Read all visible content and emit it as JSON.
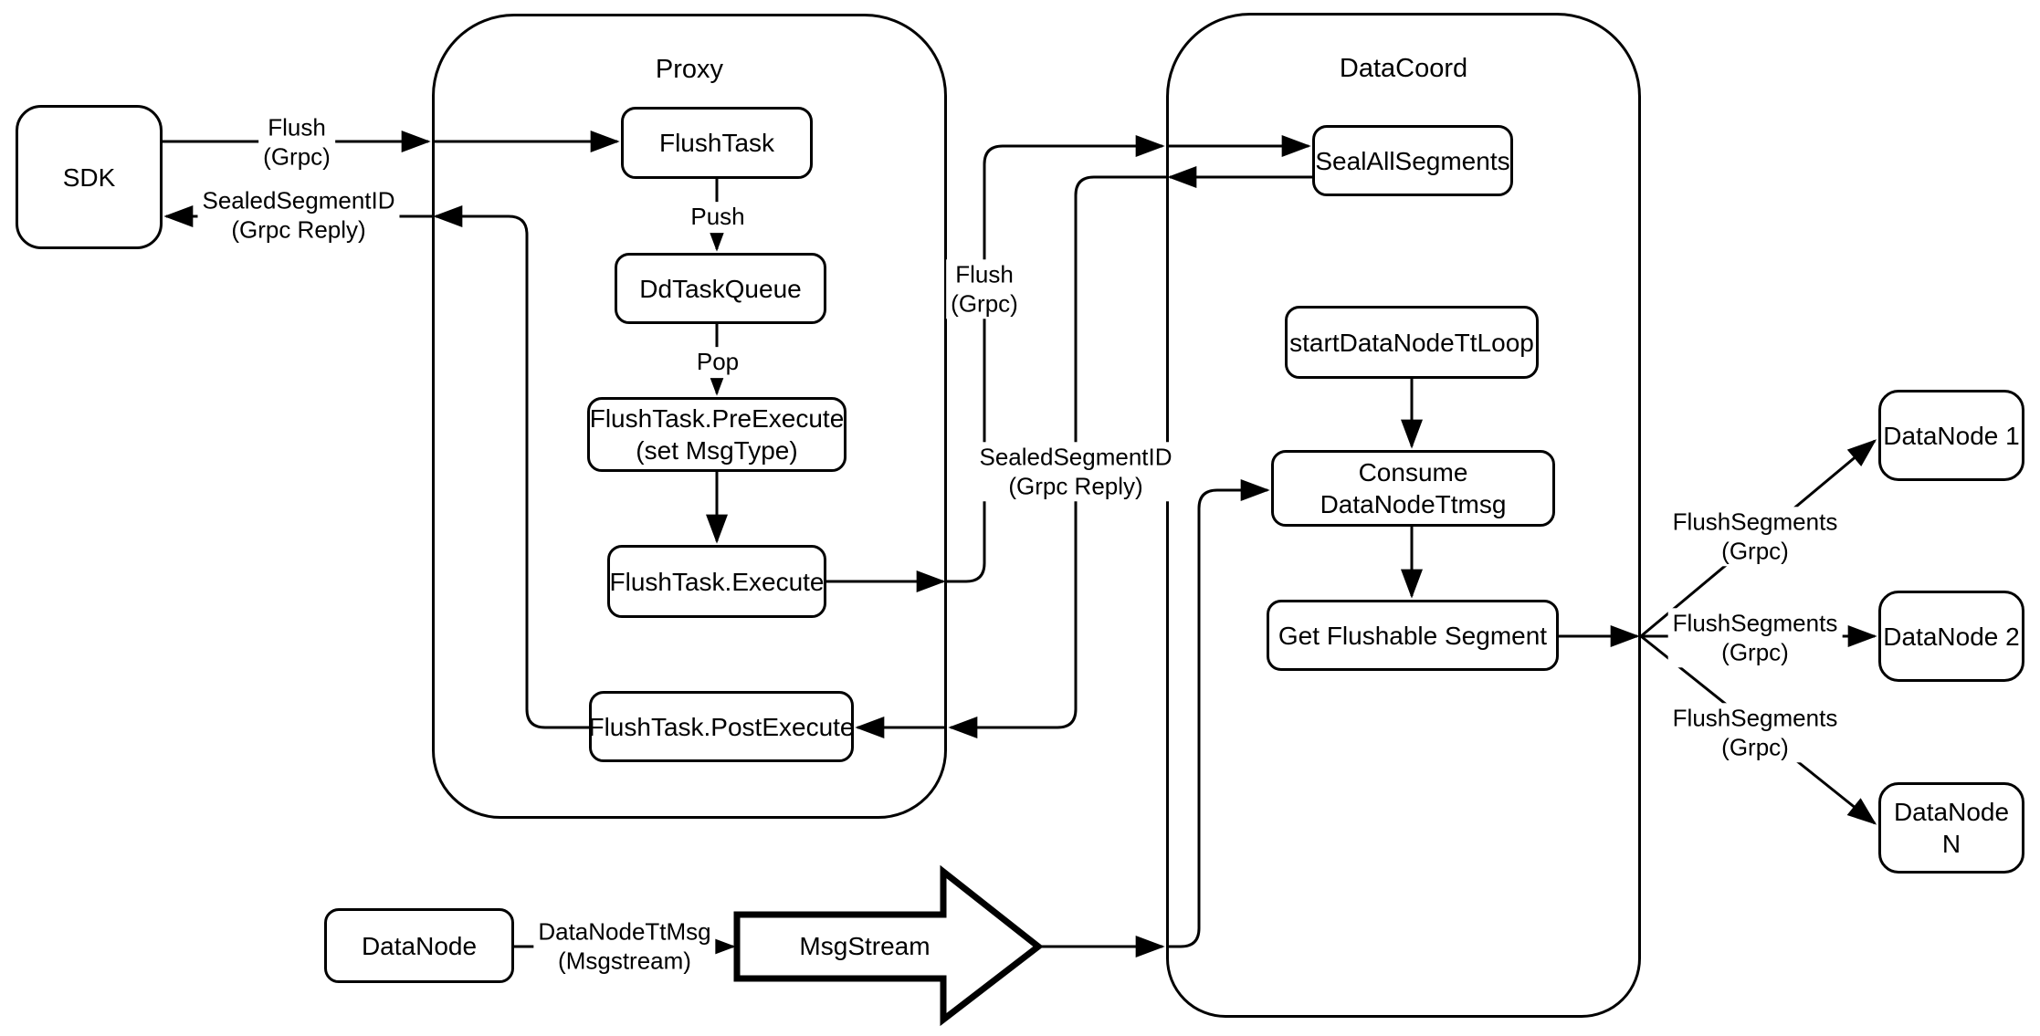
{
  "diagram": {
    "colors": {
      "stroke": "#000000",
      "node_fill": "#ffffff",
      "background": "#ffffff"
    },
    "containers": {
      "proxy": {
        "title": "Proxy"
      },
      "datacoord": {
        "title": "DataCoord"
      }
    },
    "nodes": {
      "sdk": {
        "label": "SDK"
      },
      "flush_task": {
        "label": "FlushTask"
      },
      "dd_task_queue": {
        "label": "DdTaskQueue"
      },
      "pre_execute": {
        "line1": "FlushTask.PreExecute",
        "line2": "(set MsgType)"
      },
      "execute": {
        "label": "FlushTask.Execute"
      },
      "post_execute": {
        "label": "FlushTask.PostExecute"
      },
      "seal_all_segments": {
        "label": "SealAllSegments"
      },
      "start_datanode_tt_loop": {
        "label": "startDataNodeTtLoop"
      },
      "consume_datanode_ttmsg": {
        "label": "Consume DataNodeTtmsg"
      },
      "get_flushable_segment": {
        "label": "Get Flushable Segment"
      },
      "datanode_1": {
        "label": "DataNode 1"
      },
      "datanode_2": {
        "label": "DataNode 2"
      },
      "datanode_n": {
        "label": "DataNode N"
      },
      "datanode_source": {
        "label": "DataNode"
      },
      "msgstream": {
        "label": "MsgStream"
      }
    },
    "edge_labels": {
      "flush_sdk": {
        "line1": "Flush",
        "line2": "(Grpc)"
      },
      "sealed_segment_sdk": {
        "line1": "SealedSegmentID",
        "line2": "(Grpc Reply)"
      },
      "push": {
        "label": "Push"
      },
      "pop": {
        "label": "Pop"
      },
      "flush_grpc_mid": {
        "line1": "Flush",
        "line2": "(Grpc)"
      },
      "sealed_segment_mid": {
        "line1": "SealedSegmentID",
        "line2": "(Grpc Reply)"
      },
      "datanode_ttmsg": {
        "line1": "DataNodeTtMsg",
        "line2": "(Msgstream)"
      },
      "flush_segments_1": {
        "line1": "FlushSegments",
        "line2": "(Grpc)"
      },
      "flush_segments_2": {
        "line1": "FlushSegments",
        "line2": "(Grpc)"
      },
      "flush_segments_3": {
        "line1": "FlushSegments",
        "line2": "(Grpc)"
      }
    }
  }
}
